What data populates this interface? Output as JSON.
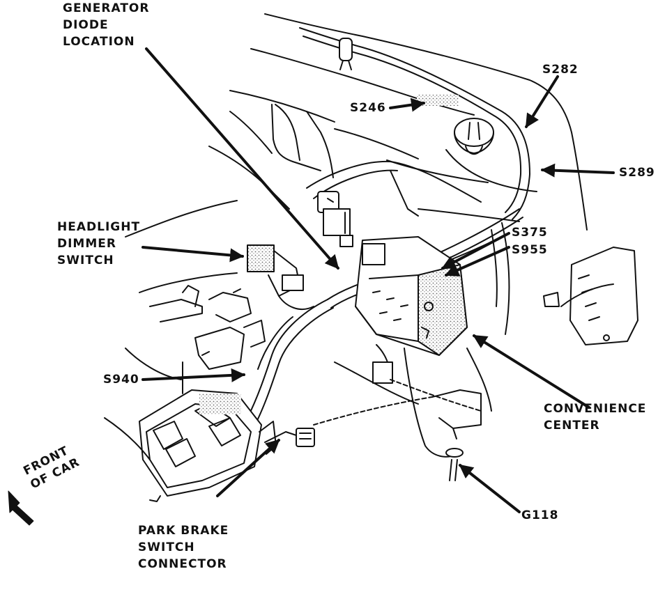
{
  "labels": {
    "generator_diode_location": [
      "GENERATOR",
      "DIODE",
      "LOCATION"
    ],
    "s282": "S282",
    "s246": "S246",
    "s289": "S289",
    "headlight_dimmer_switch": [
      "HEADLIGHT",
      "DIMMER",
      "SWITCH"
    ],
    "s375": "S375",
    "s955": "S955",
    "s940": "S940",
    "convenience_center": [
      "CONVENIENCE",
      "CENTER"
    ],
    "front_of_car": [
      "FRONT",
      "OF CAR"
    ],
    "park_brake_switch_connector": [
      "PARK BRAKE",
      "SWITCH",
      "CONNECTOR"
    ],
    "g118": "G118"
  },
  "colors": {
    "ink": "#111111",
    "background": "#ffffff",
    "stipple": "#9a9a9a"
  }
}
